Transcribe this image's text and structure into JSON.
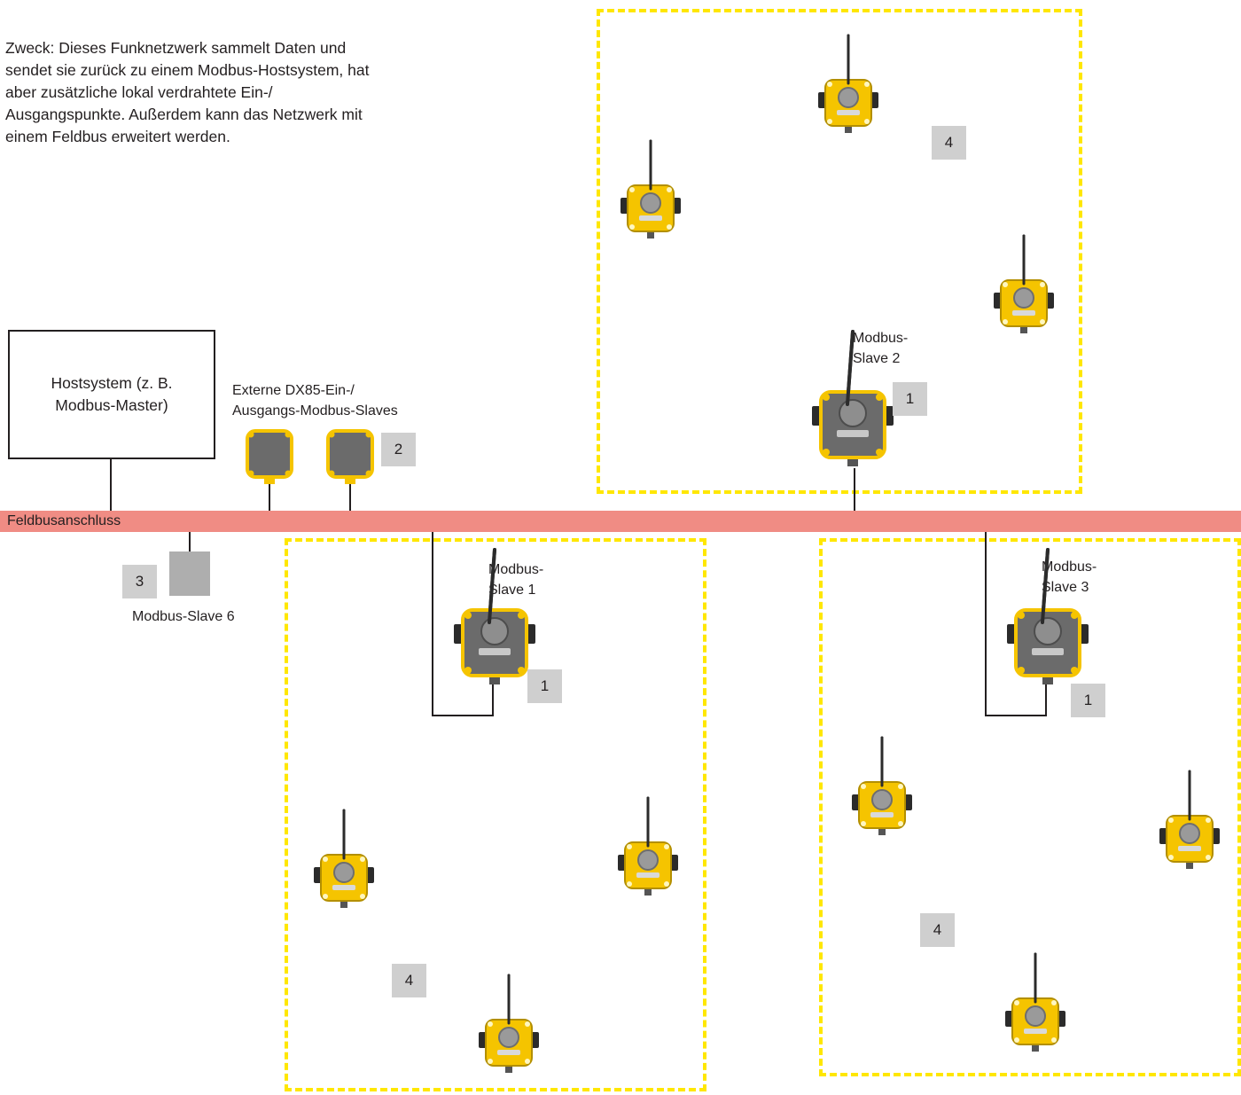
{
  "purpose_text": "Zweck: Dieses Funknetzwerk sammelt Daten und sendet sie zurück zu einem Modbus-Hostsystem, hat aber zusätzliche lokal verdrahtete Ein-/ Ausgangspunkte. Außerdem kann das Netzwerk mit einem Feldbus erweitert werden.",
  "host_system": "Hostsystem (z. B. Modbus-Master)",
  "external_slaves_label": "Externe DX85-Ein-/ Ausgangs-Modbus-Slaves",
  "fieldbus_label": "Feldbusanschluss",
  "modbus_slave_1": "Modbus-Slave 1",
  "modbus_slave_2": "Modbus-Slave 2",
  "modbus_slave_3": "Modbus-Slave 3",
  "modbus_slave_6": "Modbus-Slave 6",
  "callouts": {
    "gateway_slave_2": "1",
    "gateway_slave_1": "1",
    "gateway_slave_3": "1",
    "external_slaves": "2",
    "slave_6": "3",
    "zone_top": "4",
    "zone_bottom_left": "4",
    "zone_bottom_right": "4"
  },
  "colors": {
    "fieldbus": "#f08c84",
    "zone_border": "#ffe700",
    "node_yellow": "#f5c400",
    "gateway_gray": "#6b6b6b",
    "callout_gray": "#cfcfcf"
  }
}
